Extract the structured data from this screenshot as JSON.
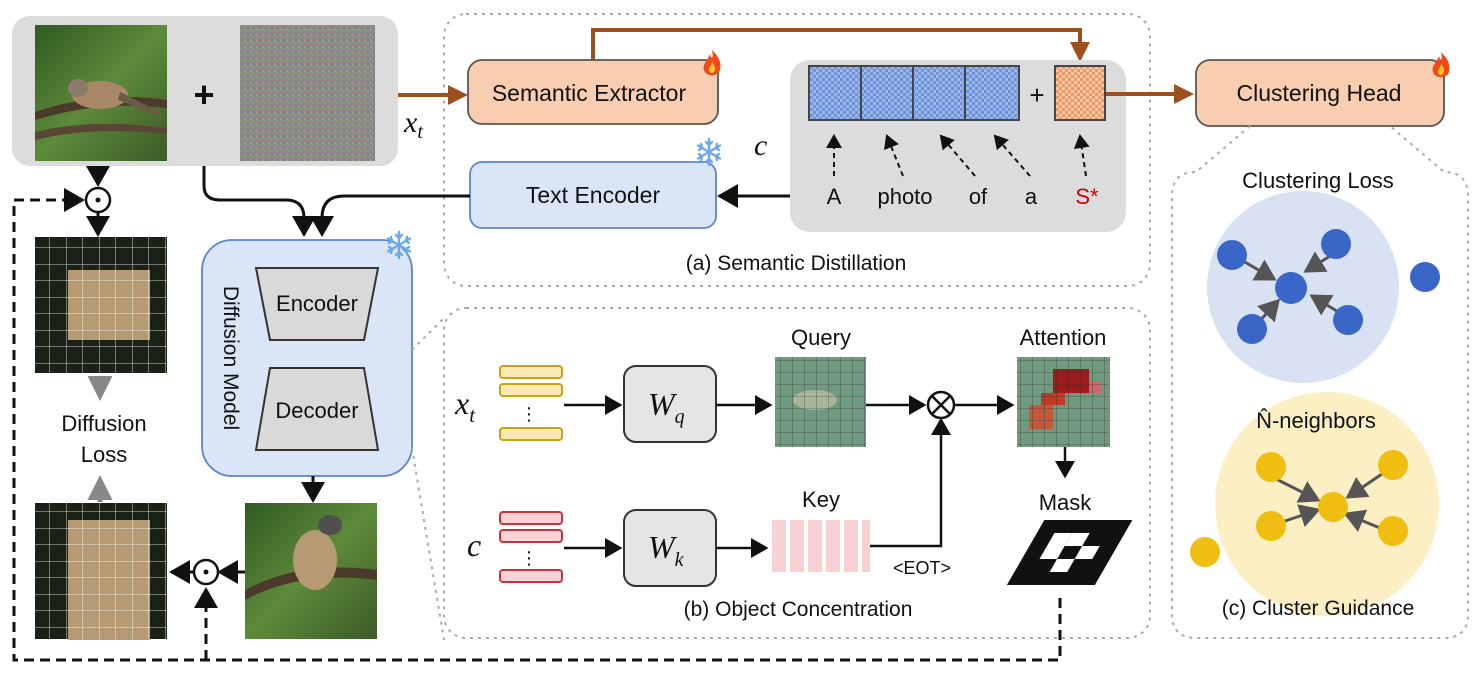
{
  "semantic_distillation": {
    "caption": "(a) Semantic Distillation",
    "semantic_extractor": "Semantic Extractor",
    "text_encoder": "Text Encoder",
    "plus": "+",
    "prompt_tokens": [
      "A",
      "photo",
      "of",
      "a",
      "S*"
    ],
    "c_symbol": "c",
    "xt_symbol": "x",
    "xt_subscript": "t"
  },
  "input": {
    "plus": "+"
  },
  "diffusion_model": {
    "title": "Diffusion Model",
    "encoder": "Encoder",
    "decoder": "Decoder"
  },
  "diffusion_loss": {
    "line1": "Diffusion",
    "line2": "Loss"
  },
  "object_concentration": {
    "caption": "(b) Object Concentration",
    "xt_symbol": "x",
    "xt_subscript": "t",
    "c_symbol": "c",
    "wq": "W",
    "wq_sub": "q",
    "wk": "W",
    "wk_sub": "k",
    "query": "Query",
    "key": "Key",
    "attention": "Attention",
    "mask": "Mask",
    "eot": "<EOT>",
    "dots": "⋮"
  },
  "cluster_guidance": {
    "caption": "(c) Cluster Guidance",
    "head": "Clustering Head",
    "loss": "Clustering Loss",
    "neighbors": "N̂-neighbors"
  },
  "colors": {
    "peach": "#f9cdb0",
    "brown_arrow": "#9c5020",
    "light_blue_box": "#dae6f7",
    "blue_border": "#5b84cc",
    "gray_panel": "#dcdcdc",
    "blue_dot": "#3a66c8",
    "yellow_dot": "#f0be10",
    "cluster_blue_bg": "#d8e2f3",
    "cluster_yellow_bg": "#fcefc4",
    "red_token": "#cc0000"
  }
}
